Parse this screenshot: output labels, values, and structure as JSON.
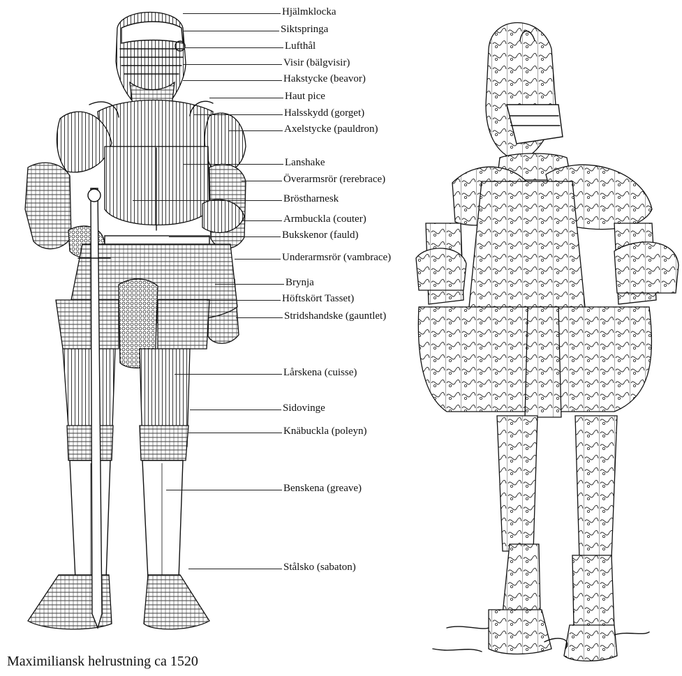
{
  "figure": {
    "caption": "Maximiliansk helrustning ca 1520",
    "parts": [
      {
        "id": "hjalmklocka",
        "label": "Hjälmklocka"
      },
      {
        "id": "siktspringa",
        "label": "Siktspringa"
      },
      {
        "id": "lufthal",
        "label": "Lufthål"
      },
      {
        "id": "visir",
        "label": "Visir (bälgvisir)"
      },
      {
        "id": "hakstycke",
        "label": "Hakstycke (beavor)"
      },
      {
        "id": "haut-pice",
        "label": "Haut pice"
      },
      {
        "id": "halsskydd",
        "label": "Halsskydd (gorget)"
      },
      {
        "id": "axelstycke",
        "label": "Axelstycke (pauldron)"
      },
      {
        "id": "lanshake",
        "label": "Lanshake"
      },
      {
        "id": "overarmsror",
        "label": "Överarmsrör (rerebrace)"
      },
      {
        "id": "brostharnesk",
        "label": "Bröstharnesk"
      },
      {
        "id": "armbuckla",
        "label": "Armbuckla (couter)"
      },
      {
        "id": "bukskenor",
        "label": "Bukskenor (fauld)"
      },
      {
        "id": "underarmsror",
        "label": "Underarmsrör (vambrace)"
      },
      {
        "id": "brynja",
        "label": "Brynja"
      },
      {
        "id": "hoftskort",
        "label": "Höftskört Tasset)"
      },
      {
        "id": "stridshandske",
        "label": "Stridshandske (gauntlet)"
      },
      {
        "id": "larskena",
        "label": "Lårskena (cuisse)"
      },
      {
        "id": "sidovinge",
        "label": "Sidovinge"
      },
      {
        "id": "knabuckla",
        "label": "Knäbuckla (poleyn)"
      },
      {
        "id": "benskena",
        "label": "Benskena (greave)"
      },
      {
        "id": "stalsko",
        "label": "Stålsko (sabaton)"
      }
    ]
  }
}
